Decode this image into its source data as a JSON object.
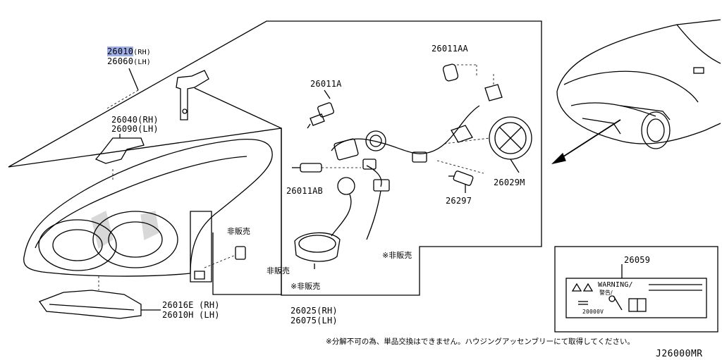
{
  "diagram": {
    "code": "J26000MR",
    "footnote": "※分解不可の為、単品交換はできません。ハウジングアッセンブリーにて取得してください。",
    "parts": {
      "housing": {
        "rh": "26010",
        "rh_side": "(RH)",
        "lh": "26060",
        "lh_side": "(LH)"
      },
      "bracket": {
        "rh": "26040(RH)",
        "lh": "26090(LH)"
      },
      "lamp_lower": {
        "rh": "26016E (RH)",
        "lh": "26010H (LH)"
      },
      "bulb_a": "26011A",
      "bulb_aa": "26011AA",
      "bulb_ab": "26011AB",
      "cap": "26029M",
      "bulb_small": "26297",
      "ballast": {
        "rh": "26025(RH)",
        "lh": "26075(LH)"
      },
      "label_part": "26059"
    },
    "notes": {
      "not_sold_1": "非販売",
      "not_sold_2": "※非販売",
      "not_sold_3": "非販売",
      "not_sold_4": "※非販売"
    },
    "warning_label": {
      "text": "WARNING/",
      "jp": "警告/",
      "voltage": "20000V"
    }
  }
}
